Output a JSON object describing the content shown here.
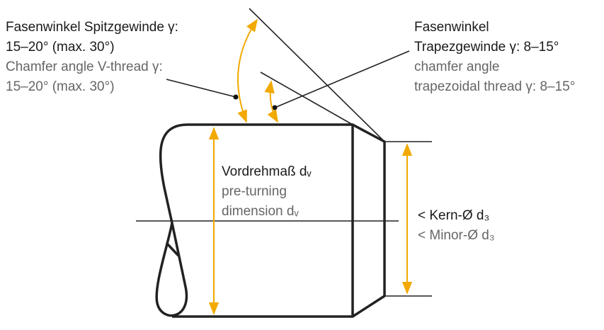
{
  "left_label": {
    "de_line1": "Fasenwinkel Spitzgewinde γ:",
    "de_line2": "15–20° (max. 30°)",
    "en_line1": "Chamfer angle V-thread γ:",
    "en_line2": "15–20° (max. 30°)"
  },
  "right_label": {
    "de_line1": "Fasenwinkel",
    "de_line2": "Trapezgewinde γ: 8–15°",
    "en_line1": "chamfer angle",
    "en_line2": "trapezoidal thread γ: 8–15°"
  },
  "center_label": {
    "de": "Vordrehmaß dᵥ",
    "en_line1": "pre-turning",
    "en_line2": "dimension dᵥ"
  },
  "core_label": {
    "de": "< Kern-Ø d₃",
    "en": "< Minor-Ø d₃"
  },
  "colors": {
    "accent": "#F2A900",
    "line": "#222222"
  }
}
